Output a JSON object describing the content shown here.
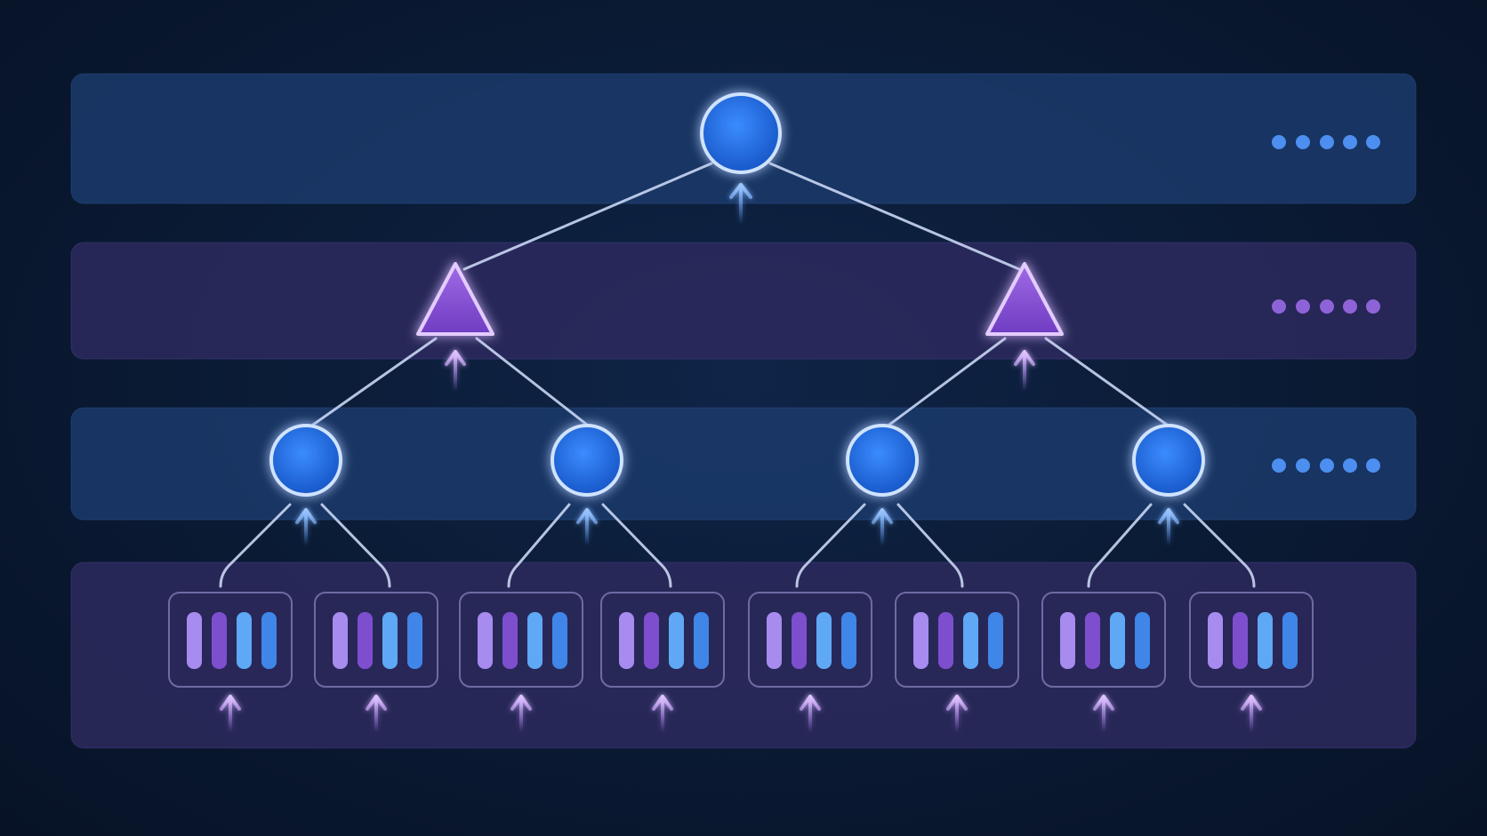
{
  "colors": {
    "background": "#0a1a33",
    "band_blue": "#1b3a6b",
    "band_purple": "#2d2a5e",
    "circle_node": "#1f6fe0",
    "circle_glow": "#5aa0ff",
    "triangle_node": "#8a52d6",
    "edge": "#c9d6f2",
    "arrow_blue": "#7fb2ff",
    "arrow_purple": "#c79bff",
    "bar_light_purple": "#a78bef",
    "bar_purple": "#7d4fcf",
    "bar_light_blue": "#5ea8f5",
    "bar_blue": "#3f86e8"
  },
  "icons": {
    "root_node": "circle-icon",
    "mid_node": "triangle-icon",
    "level_node": "circle-icon",
    "leaf_block": "bar-block-icon",
    "up_arrow": "arrow-up-icon",
    "more": "ellipsis-dots-icon"
  },
  "tree": {
    "levels": [
      {
        "id": "root",
        "shape": "circle",
        "count": 1,
        "band": "blue"
      },
      {
        "id": "mid",
        "shape": "triangle",
        "count": 2,
        "band": "purple"
      },
      {
        "id": "low",
        "shape": "circle",
        "count": 4,
        "band": "blue"
      },
      {
        "id": "leaves",
        "shape": "bar-block",
        "count": 8,
        "band": "purple"
      }
    ],
    "band_more_dots": 5,
    "bars_per_leaf": 4
  }
}
